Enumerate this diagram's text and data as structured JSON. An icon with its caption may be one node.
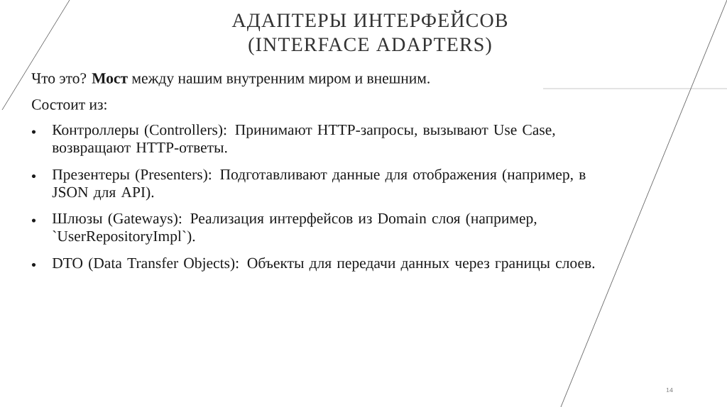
{
  "diagram": {
    "title": "АДАПТЕРЫ ИНТЕРФЕЙСОВ (INTERFACE ADAPTERS)",
    "labels": [
      "Что это? **Мост** между нашим внутренним миром и внешним.",
      "Состоит из:",
      "Контроллеры (Controllers): Принимают HTTP-запросы, вызывают Use Case, возвращают HTTP-ответы.",
      "Презентеры (Presenters): Подготавливают данные для отображения (например, в JSON для API).",
      "Шлюзы (Gateways): Реализация интерфейсов из Domain  слоя (например, `UserRepositoryImpl`).",
      "DTO (Data Transfer Objects): Объекты для передачи данных через границы слоев.",
      "14"
    ]
  }
}
